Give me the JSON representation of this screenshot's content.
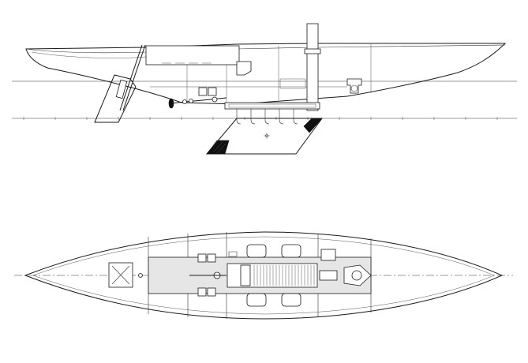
{
  "drawing": {
    "views": [
      {
        "id": "profile",
        "kind": "side elevation"
      },
      {
        "id": "plan",
        "kind": "deck plan"
      }
    ],
    "palette": {
      "line": "#1a1a1a",
      "fill": "#e6e6e6",
      "solid": "#111111",
      "background": "#ffffff"
    }
  }
}
